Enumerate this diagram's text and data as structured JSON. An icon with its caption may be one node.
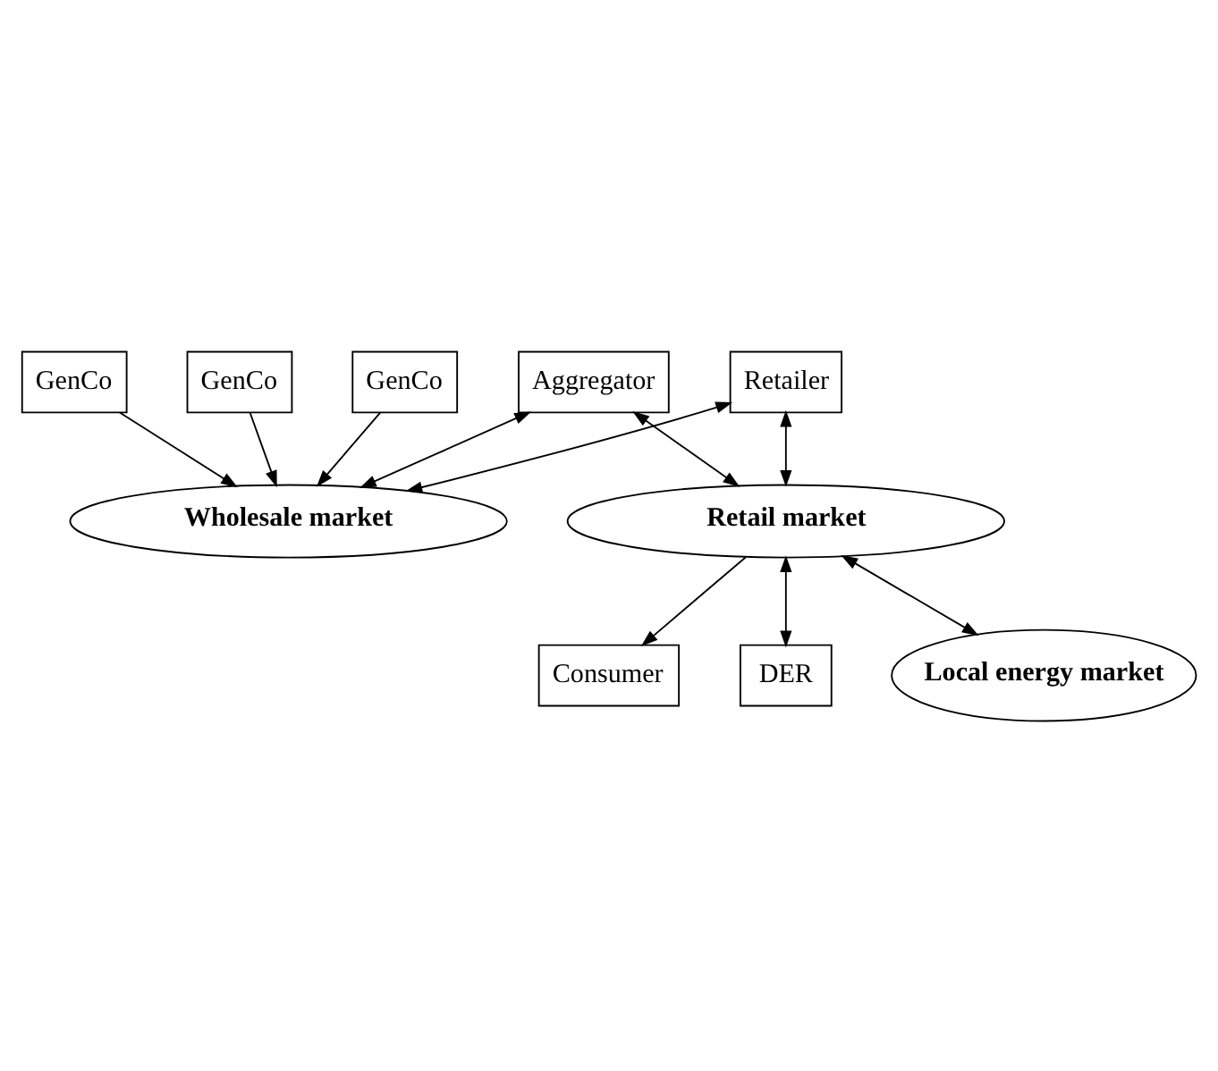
{
  "diagram": {
    "nodes": [
      {
        "text": [
          "GenCo"
        ]
      },
      {
        "text": [
          "GenCo"
        ]
      },
      {
        "text": [
          "GenCo"
        ]
      },
      {
        "text": [
          "Wholesale market"
        ]
      },
      {
        "text": [
          "Retailer"
        ]
      },
      {
        "text": [
          "Aggregator"
        ]
      },
      {
        "text": [
          "Retail market"
        ]
      },
      {
        "text": [
          "Consumer"
        ]
      },
      {
        "text": [
          "DER"
        ]
      },
      {
        "text": [
          "Local energy market"
        ]
      }
    ],
    "edges": [
      {
        "from": 0,
        "to": 3,
        "arrow": "to"
      },
      {
        "from": 1,
        "to": 3,
        "arrow": "to"
      },
      {
        "from": 2,
        "to": 3,
        "arrow": "to"
      },
      {
        "from": 4,
        "to": 3,
        "arrow": "both"
      },
      {
        "from": 5,
        "to": 3,
        "arrow": "both"
      },
      {
        "from": 4,
        "to": 6,
        "arrow": "both"
      },
      {
        "from": 5,
        "to": 6,
        "arrow": "both"
      },
      {
        "from": 6,
        "to": 7,
        "arrow": "to"
      },
      {
        "from": 8,
        "to": 6,
        "arrow": "both"
      },
      {
        "from": 9,
        "to": 6,
        "arrow": "both"
      }
    ]
  }
}
